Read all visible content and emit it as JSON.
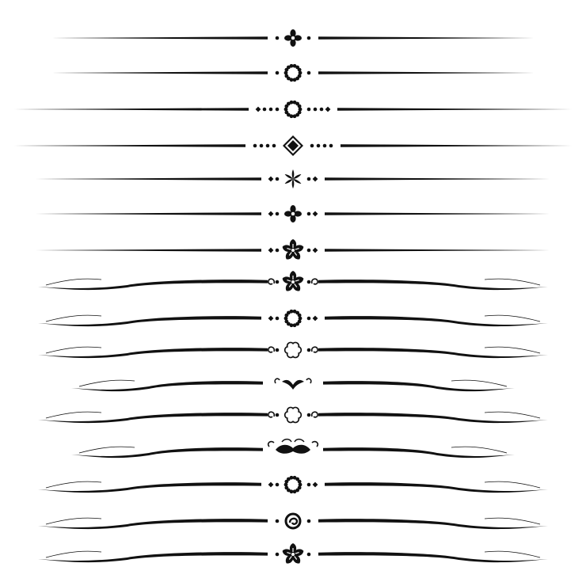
{
  "colors": {
    "background": "#ffffff",
    "ink": "#111111"
  },
  "dividers": [
    {
      "style": "straight",
      "ornament": "quatrefoil-icon",
      "side_dots": 1,
      "side_diamond": false
    },
    {
      "style": "straight",
      "ornament": "bead-ring-icon",
      "side_dots": 1,
      "side_diamond": false
    },
    {
      "style": "straight",
      "ornament": "bead-ring-icon",
      "side_dots": 3,
      "side_diamond": true
    },
    {
      "style": "straight",
      "ornament": "diamond-icon",
      "side_dots": 4,
      "side_diamond": false
    },
    {
      "style": "straight",
      "ornament": "star-flower-icon",
      "side_dots": 1,
      "side_diamond": true
    },
    {
      "style": "straight",
      "ornament": "quatrefoil-icon",
      "side_dots": 1,
      "side_diamond": true
    },
    {
      "style": "straight",
      "ornament": "five-petal-flower-icon",
      "side_dots": 1,
      "side_diamond": true
    },
    {
      "style": "wave",
      "ornament": "five-petal-flower-icon",
      "side_dots": 1,
      "side_diamond": false,
      "scrolls": true
    },
    {
      "style": "wave",
      "ornament": "bead-ring-icon",
      "side_dots": 1,
      "side_diamond": true
    },
    {
      "style": "wave",
      "ornament": "scalloped-flower-icon",
      "side_dots": 1,
      "side_diamond": false,
      "scrolls": true
    },
    {
      "style": "wave-short",
      "ornament": "heart-swirl-icon",
      "side_dots": 0,
      "side_diamond": false,
      "scrolls": true
    },
    {
      "style": "wave",
      "ornament": "scalloped-flower-icon",
      "side_dots": 1,
      "side_diamond": false,
      "scrolls": true
    },
    {
      "style": "wave-short",
      "ornament": "mustache-swirl-icon",
      "side_dots": 0,
      "side_diamond": false,
      "scrolls": true
    },
    {
      "style": "wave",
      "ornament": "bead-ring-icon",
      "side_dots": 1,
      "side_diamond": true
    },
    {
      "style": "wave",
      "ornament": "spiral-icon",
      "side_dots": 1,
      "side_diamond": false
    },
    {
      "style": "wave",
      "ornament": "five-petal-flower-icon",
      "side_dots": 1,
      "side_diamond": false
    }
  ]
}
